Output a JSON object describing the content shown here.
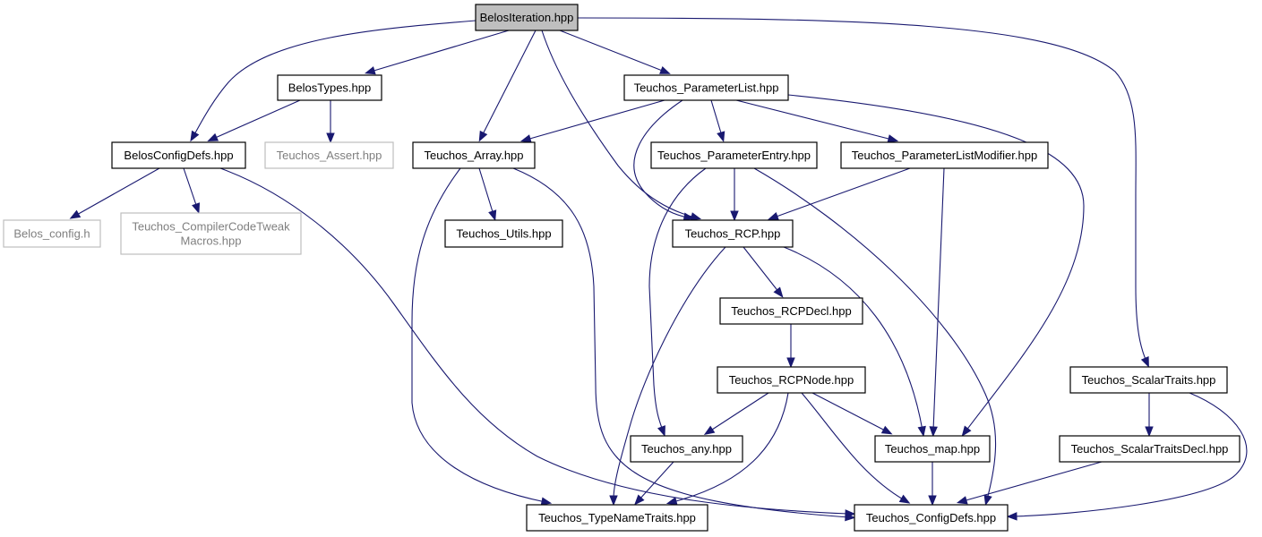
{
  "graph": {
    "nodes": [
      {
        "id": "belos_iteration",
        "label": "BelosIteration.hpp",
        "style": "root"
      },
      {
        "id": "belos_types",
        "label": "BelosTypes.hpp",
        "style": "normal"
      },
      {
        "id": "belos_config_defs",
        "label": "BelosConfigDefs.hpp",
        "style": "normal"
      },
      {
        "id": "teuchos_assert",
        "label": "Teuchos_Assert.hpp",
        "style": "missing"
      },
      {
        "id": "belos_config_h",
        "label": "Belos_config.h",
        "style": "missing"
      },
      {
        "id": "teuchos_compiler_code_tweak",
        "label": "Teuchos_CompilerCodeTweak\nMacros.hpp",
        "style": "missing"
      },
      {
        "id": "teuchos_parameter_list",
        "label": "Teuchos_ParameterList.hpp",
        "style": "normal"
      },
      {
        "id": "teuchos_array",
        "label": "Teuchos_Array.hpp",
        "style": "normal"
      },
      {
        "id": "teuchos_parameter_entry",
        "label": "Teuchos_ParameterEntry.hpp",
        "style": "normal"
      },
      {
        "id": "teuchos_parameter_list_modifier",
        "label": "Teuchos_ParameterListModifier.hpp",
        "style": "normal"
      },
      {
        "id": "teuchos_utils",
        "label": "Teuchos_Utils.hpp",
        "style": "normal"
      },
      {
        "id": "teuchos_rcp",
        "label": "Teuchos_RCP.hpp",
        "style": "normal"
      },
      {
        "id": "teuchos_rcp_decl",
        "label": "Teuchos_RCPDecl.hpp",
        "style": "normal"
      },
      {
        "id": "teuchos_rcp_node",
        "label": "Teuchos_RCPNode.hpp",
        "style": "normal"
      },
      {
        "id": "teuchos_scalar_traits",
        "label": "Teuchos_ScalarTraits.hpp",
        "style": "normal"
      },
      {
        "id": "teuchos_any",
        "label": "Teuchos_any.hpp",
        "style": "normal"
      },
      {
        "id": "teuchos_map",
        "label": "Teuchos_map.hpp",
        "style": "normal"
      },
      {
        "id": "teuchos_scalar_traits_decl",
        "label": "Teuchos_ScalarTraitsDecl.hpp",
        "style": "normal"
      },
      {
        "id": "teuchos_type_name_traits",
        "label": "Teuchos_TypeNameTraits.hpp",
        "style": "normal"
      },
      {
        "id": "teuchos_config_defs",
        "label": "Teuchos_ConfigDefs.hpp",
        "style": "normal"
      }
    ],
    "edges": [
      {
        "from": "belos_iteration",
        "to": "belos_config_defs"
      },
      {
        "from": "belos_iteration",
        "to": "belos_types"
      },
      {
        "from": "belos_iteration",
        "to": "teuchos_array"
      },
      {
        "from": "belos_iteration",
        "to": "teuchos_rcp"
      },
      {
        "from": "belos_iteration",
        "to": "teuchos_parameter_list"
      },
      {
        "from": "belos_iteration",
        "to": "teuchos_scalar_traits"
      },
      {
        "from": "belos_types",
        "to": "belos_config_defs"
      },
      {
        "from": "belos_types",
        "to": "teuchos_assert"
      },
      {
        "from": "belos_config_defs",
        "to": "belos_config_h"
      },
      {
        "from": "belos_config_defs",
        "to": "teuchos_compiler_code_tweak"
      },
      {
        "from": "belos_config_defs",
        "to": "teuchos_config_defs"
      },
      {
        "from": "teuchos_parameter_list",
        "to": "teuchos_array"
      },
      {
        "from": "teuchos_parameter_list",
        "to": "teuchos_rcp"
      },
      {
        "from": "teuchos_parameter_list",
        "to": "teuchos_parameter_entry"
      },
      {
        "from": "teuchos_parameter_list",
        "to": "teuchos_parameter_list_modifier"
      },
      {
        "from": "teuchos_parameter_list",
        "to": "teuchos_map"
      },
      {
        "from": "teuchos_array",
        "to": "teuchos_utils"
      },
      {
        "from": "teuchos_array",
        "to": "teuchos_type_name_traits"
      },
      {
        "from": "teuchos_array",
        "to": "teuchos_config_defs"
      },
      {
        "from": "teuchos_parameter_entry",
        "to": "teuchos_rcp"
      },
      {
        "from": "teuchos_parameter_entry",
        "to": "teuchos_any"
      },
      {
        "from": "teuchos_parameter_entry",
        "to": "teuchos_config_defs"
      },
      {
        "from": "teuchos_parameter_list_modifier",
        "to": "teuchos_rcp"
      },
      {
        "from": "teuchos_parameter_list_modifier",
        "to": "teuchos_map"
      },
      {
        "from": "teuchos_rcp",
        "to": "teuchos_rcp_decl"
      },
      {
        "from": "teuchos_rcp",
        "to": "teuchos_type_name_traits"
      },
      {
        "from": "teuchos_rcp",
        "to": "teuchos_map"
      },
      {
        "from": "teuchos_rcp_decl",
        "to": "teuchos_rcp_node"
      },
      {
        "from": "teuchos_rcp_node",
        "to": "teuchos_any"
      },
      {
        "from": "teuchos_rcp_node",
        "to": "teuchos_map"
      },
      {
        "from": "teuchos_rcp_node",
        "to": "teuchos_type_name_traits"
      },
      {
        "from": "teuchos_rcp_node",
        "to": "teuchos_config_defs"
      },
      {
        "from": "teuchos_any",
        "to": "teuchos_type_name_traits"
      },
      {
        "from": "teuchos_map",
        "to": "teuchos_config_defs"
      },
      {
        "from": "teuchos_scalar_traits",
        "to": "teuchos_scalar_traits_decl"
      },
      {
        "from": "teuchos_scalar_traits",
        "to": "teuchos_config_defs"
      },
      {
        "from": "teuchos_scalar_traits_decl",
        "to": "teuchos_config_defs"
      }
    ]
  },
  "colors": {
    "edge": "#191970",
    "node_border": "#000000",
    "missing_border": "#bfbfbf",
    "missing_text": "#7f7f7f",
    "root_fill": "#bfbfbf",
    "background": "#ffffff"
  }
}
